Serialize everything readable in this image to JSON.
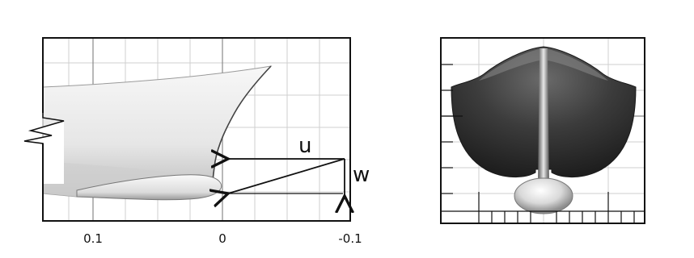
{
  "side_view": {
    "x_tick_labels": [
      "0.1",
      "0",
      "-0.1"
    ],
    "vector_labels": {
      "u": "u",
      "w": "w"
    }
  },
  "colors": {
    "hull_side_light": "#f2f2f2",
    "hull_side_shadow": "#c9c9c9",
    "body_plan_dark": "#3a3a3a",
    "body_plan_light": "#cfcfcf",
    "grid": "#c8c8c8",
    "frame": "#111111"
  }
}
